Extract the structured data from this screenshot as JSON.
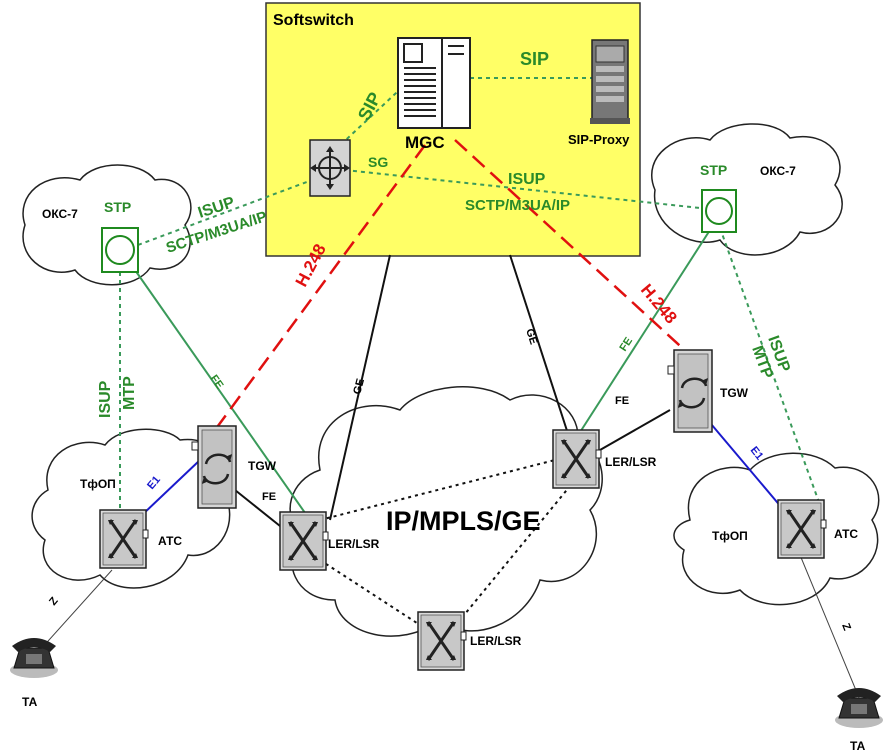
{
  "softswitch": {
    "title": "Softswitch",
    "mgc_label": "MGC",
    "sg_label": "SG",
    "sip_proxy_label": "SIP-Proxy"
  },
  "core": {
    "label": "IP/MPLS/GE",
    "ler_label": "LER/LSR"
  },
  "left": {
    "cloud_label": "ОКС-7",
    "stp_label": "STP",
    "pstn_label": "ТфОП",
    "exchange_label": "АТС",
    "tgw_label": "TGW",
    "e1_label": "E1",
    "z_label": "Z",
    "phone_label": "ТА",
    "isup_label": "ISUP",
    "mtp_label": "MTP"
  },
  "right": {
    "cloud_label": "ОКС-7",
    "stp_label": "STP",
    "pstn_label": "ТфОП",
    "exchange_label": "АТС",
    "tgw_label": "TGW",
    "e1_label": "E1",
    "z_label": "Z",
    "phone_label": "ТА",
    "isup_label": "ISUP",
    "mtp_label": "MTP"
  },
  "links": {
    "sip_sg": "SIP",
    "sip_proxy": "SIP",
    "isup_left": "ISUP",
    "sigtran_left": "SCTP/M3UA/IP",
    "isup_right": "ISUP",
    "sigtran_right": "SCTP/M3UA/IP",
    "h248_left": "H.248",
    "h248_right": "H.248",
    "ge": "GE",
    "fe": "FE"
  },
  "colors": {
    "softswitch_bg": "#ffff66",
    "signaling": "#2a8a2a",
    "megaco": "#e01010",
    "e1": "#1a1acc"
  }
}
